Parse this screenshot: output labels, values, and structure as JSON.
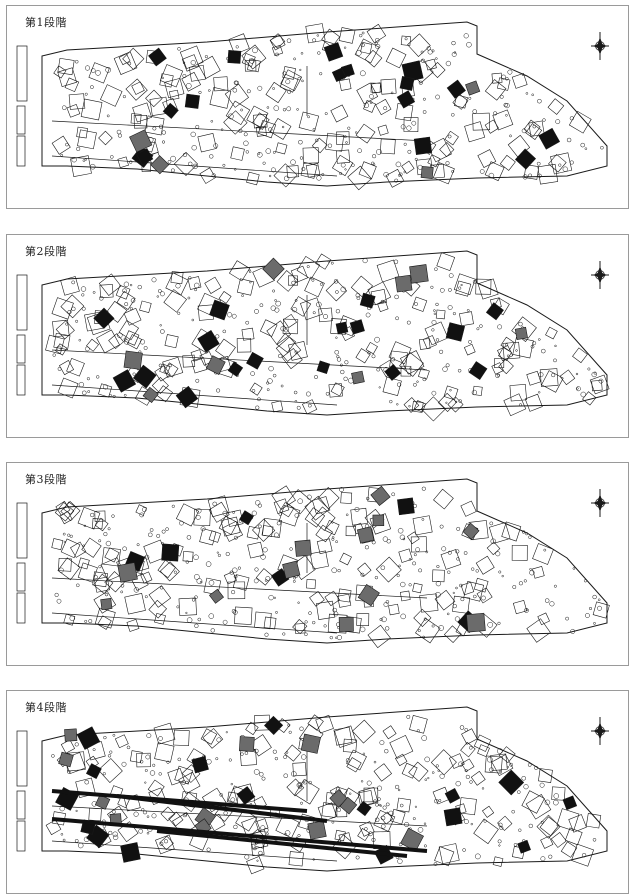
{
  "panels": [
    {
      "title": "第1段階",
      "stage": 1,
      "highlight": "black"
    },
    {
      "title": "第2段階",
      "stage": 2,
      "highlight": "black-and-grey"
    },
    {
      "title": "第3段階",
      "stage": 3,
      "highlight": "grey"
    },
    {
      "title": "第4段階",
      "stage": 4,
      "highlight": "black-with-ditches"
    }
  ],
  "colors": {
    "frame": "#9a9a9a",
    "ink": "#1a1a1a",
    "grey_fill": "#6b6b6b",
    "black_fill": "#111111"
  },
  "icons": {
    "north_arrow": "compass-rose-icon"
  }
}
